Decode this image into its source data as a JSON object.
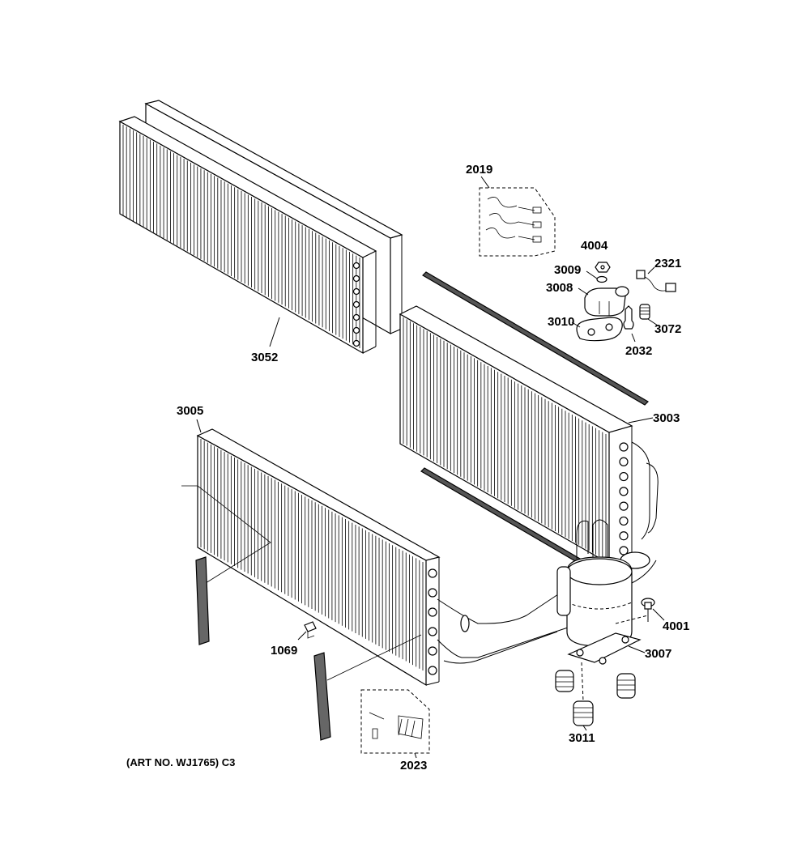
{
  "caption": "(ART NO. WJ1765) C3",
  "labels": {
    "p3052": "3052",
    "p2019": "2019",
    "p4004": "4004",
    "p2321": "2321",
    "p3009": "3009",
    "p3008": "3008",
    "p3072": "3072",
    "p3010": "3010",
    "p2032": "2032",
    "p3005": "3005",
    "p3003": "3003",
    "p4001": "4001",
    "p3007": "3007",
    "p1069": "1069",
    "p3011": "3011",
    "p2023": "2023"
  }
}
